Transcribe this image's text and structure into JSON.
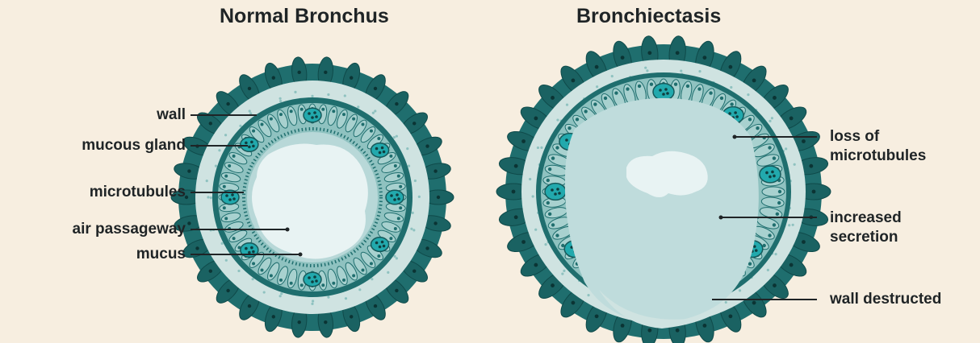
{
  "titles": {
    "normal": "Normal Bronchus",
    "bronchiectasis": "Bronchiectasis"
  },
  "labels_left": {
    "wall": "wall",
    "mucous_gland": "mucous gland",
    "microtubules": "microtubules",
    "air_passageway": "air passageway",
    "mucus": "mucus"
  },
  "labels_right": {
    "loss_line1": "loss of",
    "loss_line2": "microtubules",
    "increased_line1": "increased",
    "increased_line2": "secretion",
    "wall_destructed": "wall destructed"
  },
  "colors": {
    "background": "#f7eee0",
    "outer_wall": "#1f6e6e",
    "wall_layer": "#cfe3e1",
    "epithelium": "#8fc2c0",
    "gland": "#22a9ad",
    "lumen": "#dfeeee",
    "secretion": "#bfdcdc"
  }
}
